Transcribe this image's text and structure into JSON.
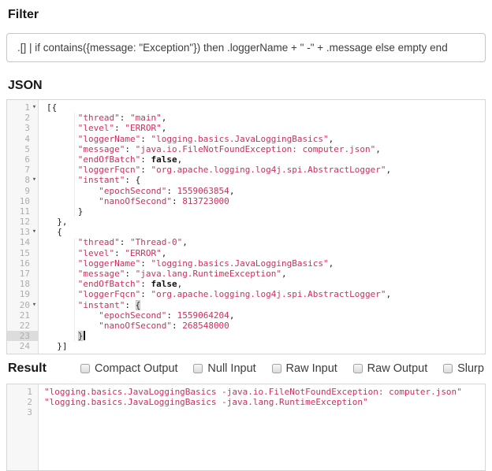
{
  "filter": {
    "label": "Filter",
    "value": ".[] | if contains({message: \"Exception\"}) then .loggerName + \" -\" + .message else empty end"
  },
  "json_section": {
    "label": "JSON",
    "lines": [
      {
        "n": 1,
        "fold": true,
        "seg": [
          [
            "t",
            "[{"
          ]
        ]
      },
      {
        "n": 2,
        "seg": [
          [
            "t",
            "      "
          ],
          [
            "s",
            "\"thread\""
          ],
          [
            "t",
            ": "
          ],
          [
            "s",
            "\"main\""
          ],
          [
            "t",
            ","
          ]
        ]
      },
      {
        "n": 3,
        "seg": [
          [
            "t",
            "      "
          ],
          [
            "s",
            "\"level\""
          ],
          [
            "t",
            ": "
          ],
          [
            "s",
            "\"ERROR\""
          ],
          [
            "t",
            ","
          ]
        ]
      },
      {
        "n": 4,
        "seg": [
          [
            "t",
            "      "
          ],
          [
            "s",
            "\"loggerName\""
          ],
          [
            "t",
            ": "
          ],
          [
            "s",
            "\"logging.basics.JavaLoggingBasics\""
          ],
          [
            "t",
            ","
          ]
        ]
      },
      {
        "n": 5,
        "seg": [
          [
            "t",
            "      "
          ],
          [
            "s",
            "\"message\""
          ],
          [
            "t",
            ": "
          ],
          [
            "s",
            "\"java.io.FileNotFoundException: computer.json\""
          ],
          [
            "t",
            ","
          ]
        ]
      },
      {
        "n": 6,
        "seg": [
          [
            "t",
            "      "
          ],
          [
            "s",
            "\"endOfBatch\""
          ],
          [
            "t",
            ": "
          ],
          [
            "a",
            "false"
          ],
          [
            "t",
            ","
          ]
        ]
      },
      {
        "n": 7,
        "seg": [
          [
            "t",
            "      "
          ],
          [
            "s",
            "\"loggerFqcn\""
          ],
          [
            "t",
            ": "
          ],
          [
            "s",
            "\"org.apache.logging.log4j.spi.AbstractLogger\""
          ],
          [
            "t",
            ","
          ]
        ]
      },
      {
        "n": 8,
        "fold": true,
        "seg": [
          [
            "t",
            "      "
          ],
          [
            "s",
            "\"instant\""
          ],
          [
            "t",
            ": {"
          ]
        ]
      },
      {
        "n": 9,
        "seg": [
          [
            "t",
            "          "
          ],
          [
            "s",
            "\"epochSecond\""
          ],
          [
            "t",
            ": "
          ],
          [
            "n",
            "1559063854"
          ],
          [
            "t",
            ","
          ]
        ]
      },
      {
        "n": 10,
        "seg": [
          [
            "t",
            "          "
          ],
          [
            "s",
            "\"nanoOfSecond\""
          ],
          [
            "t",
            ": "
          ],
          [
            "n",
            "813723000"
          ]
        ]
      },
      {
        "n": 11,
        "seg": [
          [
            "t",
            "      }"
          ]
        ]
      },
      {
        "n": 12,
        "seg": [
          [
            "t",
            "  },"
          ]
        ]
      },
      {
        "n": 13,
        "fold": true,
        "seg": [
          [
            "t",
            "  {"
          ]
        ]
      },
      {
        "n": 14,
        "seg": [
          [
            "t",
            "      "
          ],
          [
            "s",
            "\"thread\""
          ],
          [
            "t",
            ": "
          ],
          [
            "s",
            "\"Thread-0\""
          ],
          [
            "t",
            ","
          ]
        ]
      },
      {
        "n": 15,
        "seg": [
          [
            "t",
            "      "
          ],
          [
            "s",
            "\"level\""
          ],
          [
            "t",
            ": "
          ],
          [
            "s",
            "\"ERROR\""
          ],
          [
            "t",
            ","
          ]
        ]
      },
      {
        "n": 16,
        "seg": [
          [
            "t",
            "      "
          ],
          [
            "s",
            "\"loggerName\""
          ],
          [
            "t",
            ": "
          ],
          [
            "s",
            "\"logging.basics.JavaLoggingBasics\""
          ],
          [
            "t",
            ","
          ]
        ]
      },
      {
        "n": 17,
        "seg": [
          [
            "t",
            "      "
          ],
          [
            "s",
            "\"message\""
          ],
          [
            "t",
            ": "
          ],
          [
            "s",
            "\"java.lang.RuntimeException\""
          ],
          [
            "t",
            ","
          ]
        ]
      },
      {
        "n": 18,
        "seg": [
          [
            "t",
            "      "
          ],
          [
            "s",
            "\"endOfBatch\""
          ],
          [
            "t",
            ": "
          ],
          [
            "a",
            "false"
          ],
          [
            "t",
            ","
          ]
        ]
      },
      {
        "n": 19,
        "seg": [
          [
            "t",
            "      "
          ],
          [
            "s",
            "\"loggerFqcn\""
          ],
          [
            "t",
            ": "
          ],
          [
            "s",
            "\"org.apache.logging.log4j.spi.AbstractLogger\""
          ],
          [
            "t",
            ","
          ]
        ]
      },
      {
        "n": 20,
        "fold": true,
        "seg": [
          [
            "t",
            "      "
          ],
          [
            "s",
            "\"instant\""
          ],
          [
            "t",
            ": "
          ],
          [
            "m",
            "{"
          ]
        ]
      },
      {
        "n": 21,
        "seg": [
          [
            "t",
            "          "
          ],
          [
            "s",
            "\"epochSecond\""
          ],
          [
            "t",
            ": "
          ],
          [
            "n",
            "1559064204"
          ],
          [
            "t",
            ","
          ]
        ]
      },
      {
        "n": 22,
        "seg": [
          [
            "t",
            "          "
          ],
          [
            "s",
            "\"nanoOfSecond\""
          ],
          [
            "t",
            ": "
          ],
          [
            "n",
            "268548000"
          ]
        ]
      },
      {
        "n": 23,
        "active": true,
        "seg": [
          [
            "t",
            "      "
          ],
          [
            "m",
            "}"
          ],
          [
            "cur",
            ""
          ]
        ]
      },
      {
        "n": 24,
        "seg": [
          [
            "t",
            "  }]"
          ]
        ]
      }
    ]
  },
  "result_section": {
    "label": "Result",
    "options": [
      {
        "label": "Compact Output",
        "checked": false
      },
      {
        "label": "Null Input",
        "checked": false
      },
      {
        "label": "Raw Input",
        "checked": false
      },
      {
        "label": "Raw Output",
        "checked": false
      },
      {
        "label": "Slurp",
        "checked": false
      }
    ],
    "lines": [
      {
        "n": 1,
        "seg": [
          [
            "s",
            "\"logging.basics.JavaLoggingBasics -java.io.FileNotFoundException: computer.json\""
          ]
        ]
      },
      {
        "n": 2,
        "seg": [
          [
            "s",
            "\"logging.basics.JavaLoggingBasics -java.lang.RuntimeException\""
          ]
        ]
      },
      {
        "n": 3,
        "seg": []
      }
    ]
  },
  "icons": {
    "fold_arrow": "▾"
  },
  "colors": {
    "string_red": "#c9325b",
    "plain_text": "#1c1c1c",
    "atom": "#111111",
    "gutter_bg": "#f7f7f7",
    "gutter_border": "#dddddd",
    "line_number": "#adadad",
    "active_gutter": "#dcdcdc",
    "editor_border": "#d6d6d6",
    "match_bg": "#e2e2e2"
  }
}
